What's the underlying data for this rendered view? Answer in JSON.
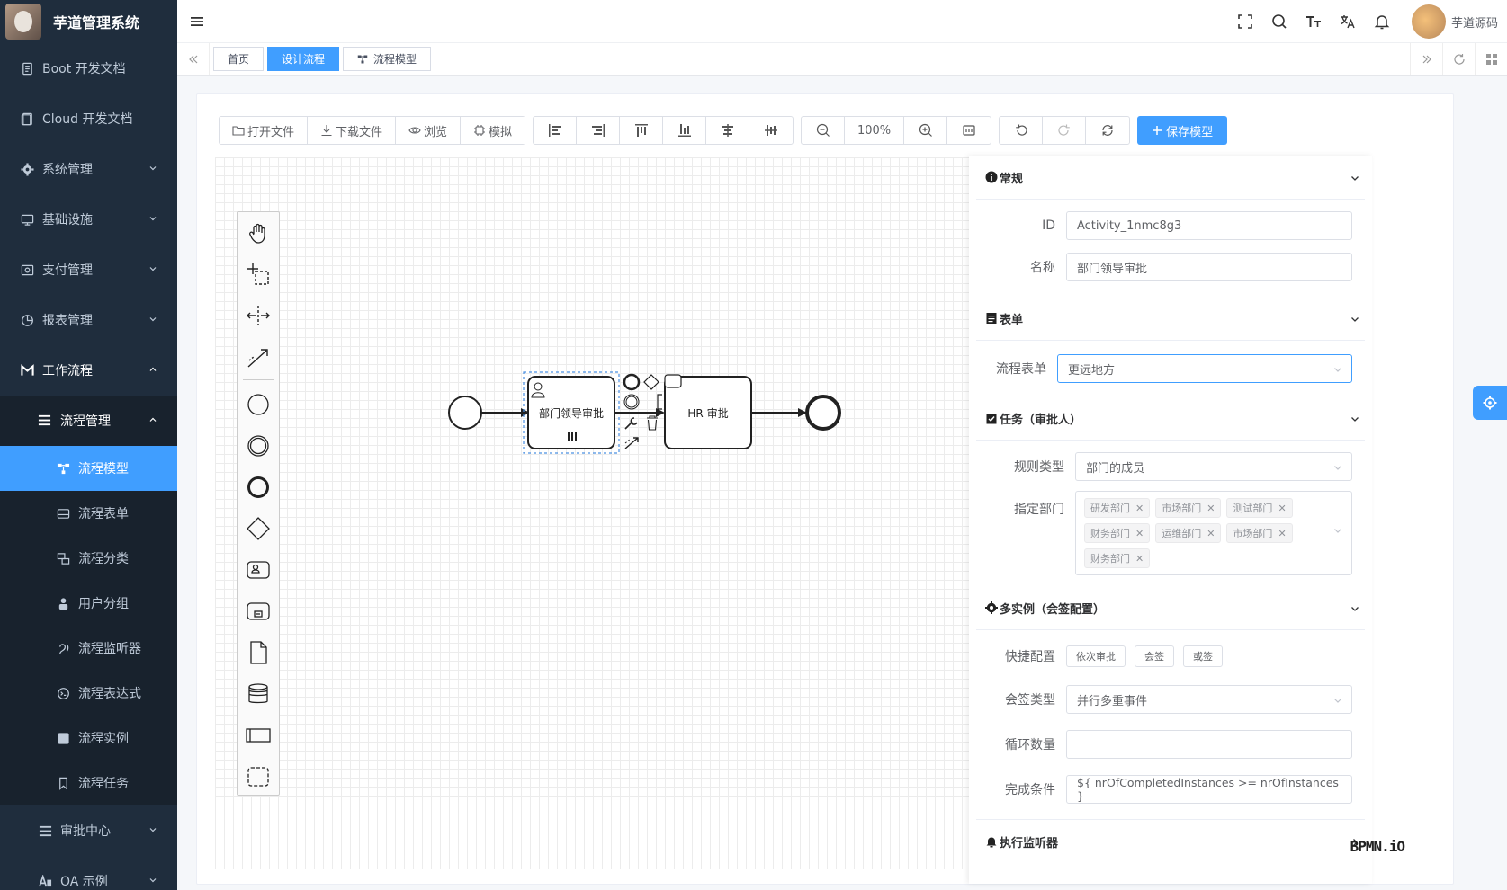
{
  "app": {
    "title": "芋道管理系统",
    "user_name": "芋道源码"
  },
  "sidebar": {
    "items": [
      {
        "label": "Boot 开发文档",
        "icon": "document-icon"
      },
      {
        "label": "Cloud 开发文档",
        "icon": "document-icon"
      },
      {
        "label": "系统管理",
        "icon": "gear-icon"
      },
      {
        "label": "基础设施",
        "icon": "monitor-icon"
      },
      {
        "label": "支付管理",
        "icon": "payment-icon"
      },
      {
        "label": "报表管理",
        "icon": "chart-icon"
      },
      {
        "label": "工作流程",
        "icon": "workflow-icon"
      }
    ],
    "sub_parent": {
      "label": "流程管理"
    },
    "sub_items": [
      {
        "label": "流程模型",
        "active": true
      },
      {
        "label": "流程表单"
      },
      {
        "label": "流程分类"
      },
      {
        "label": "用户分组"
      },
      {
        "label": "流程监听器"
      },
      {
        "label": "流程表达式"
      },
      {
        "label": "流程实例"
      },
      {
        "label": "流程任务"
      }
    ],
    "bottom_items": [
      {
        "label": "审批中心"
      },
      {
        "label": "OA 示例"
      }
    ]
  },
  "tags": [
    {
      "label": "首页",
      "active": false
    },
    {
      "label": "设计流程",
      "active": true
    },
    {
      "label": "流程模型",
      "active": false
    }
  ],
  "toolbar": {
    "open_file": "打开文件",
    "download_file": "下载文件",
    "preview": "浏览",
    "simulate": "模拟",
    "zoom": "100%",
    "save_model": "保存模型"
  },
  "diagram": {
    "task1_label": "部门领导审批",
    "task2_label": "HR 审批",
    "watermark": "BPMN.iO"
  },
  "properties": {
    "general": {
      "title": "常规",
      "id_label": "ID",
      "id_value": "Activity_1nmc8g3",
      "name_label": "名称",
      "name_value": "部门领导审批"
    },
    "form": {
      "title": "表单",
      "label": "流程表单",
      "value": "更远地方"
    },
    "task": {
      "title": "任务（审批人）",
      "rule_label": "规则类型",
      "rule_value": "部门的成员",
      "dept_label": "指定部门",
      "depts": [
        "研发部门",
        "市场部门",
        "测试部门",
        "财务部门",
        "运维部门",
        "市场部门",
        "财务部门"
      ]
    },
    "multi": {
      "title": "多实例（会签配置）",
      "quick_label": "快捷配置",
      "quick_buttons": [
        "依次审批",
        "会签",
        "或签"
      ],
      "type_label": "会签类型",
      "type_value": "并行多重事件",
      "loop_label": "循环数量",
      "loop_value": "",
      "cond_label": "完成条件",
      "cond_value": "${ nrOfCompletedInstances >= nrOfInstances }"
    },
    "listener": {
      "title": "执行监听器"
    }
  },
  "colors": {
    "primary": "#409eff",
    "sidebar": "#1f2d3d"
  }
}
